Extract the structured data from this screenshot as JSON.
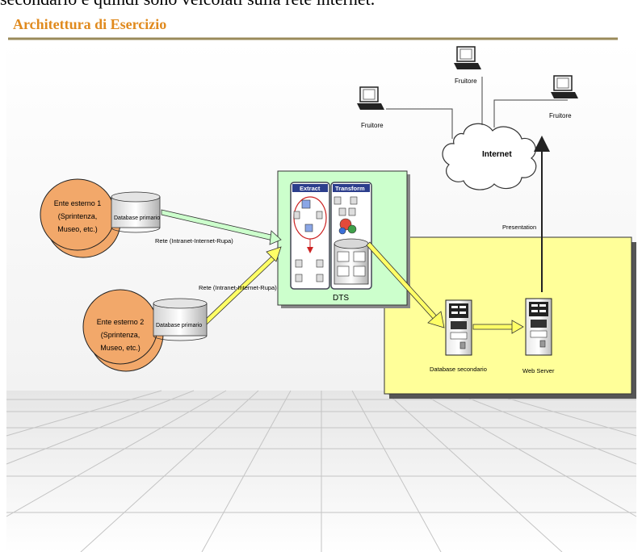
{
  "header": {
    "overflow_text": "secondario e quindi sono veicolati sulla rete internet.",
    "title": "Architettura di Esercizio"
  },
  "diagram": {
    "clients": [
      {
        "label": "Fruitore"
      },
      {
        "label": "Fruitore"
      },
      {
        "label": "Fruitore"
      }
    ],
    "internet_label": "Internet",
    "presentation_label": "Presentation",
    "entities": [
      {
        "line1": "Ente esterno  1",
        "line2": "(Sprintenza,",
        "line3": "Museo, etc.)",
        "db_label": "Database primario",
        "link_label": "Rete (Intranet-Internet-Rupa)"
      },
      {
        "line1": "Ente esterno  2",
        "line2": "(Sprintenza,",
        "line3": "Museo, etc.)",
        "db_label": "Database primario",
        "link_label": "Rete (Intranet-Internet-Rupa)"
      }
    ],
    "dts": {
      "label": "DTS",
      "extract_label": "Extract",
      "transform_label": "Transform"
    },
    "servers": [
      {
        "label": "Database secondario"
      },
      {
        "label": "Web Server"
      }
    ],
    "colors": {
      "accent": "#e08a1e",
      "entity_fill": "#f2a86a",
      "dts_fill": "#ccffcc",
      "server_zone_fill": "#ffff99",
      "arrow_yellow": "#ffff66",
      "arrow_green": "#ccffcc"
    }
  }
}
